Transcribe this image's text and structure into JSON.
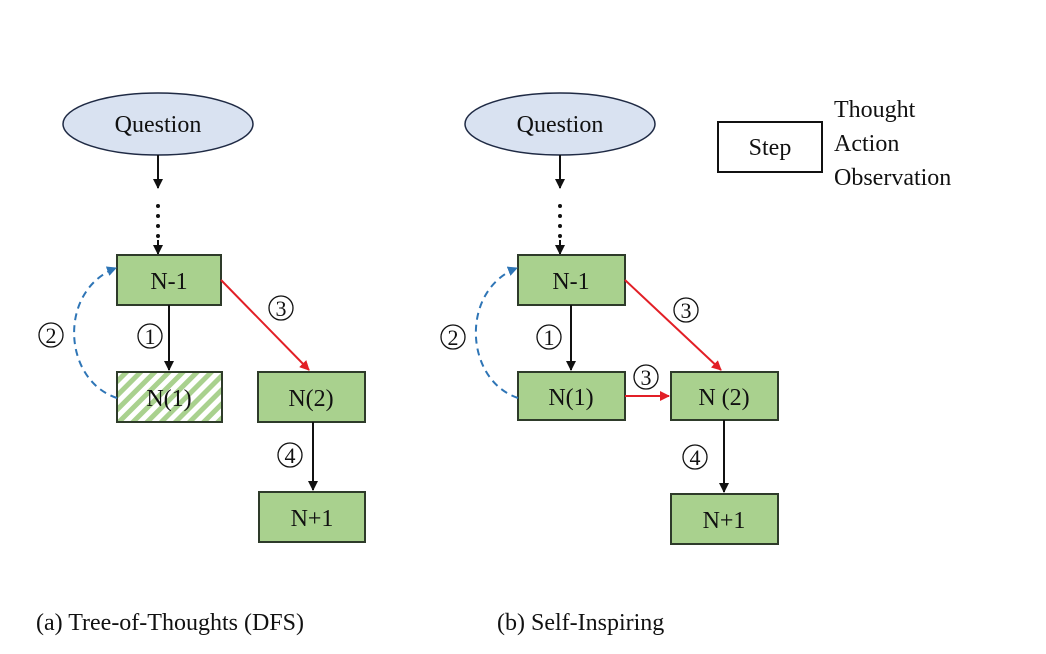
{
  "legend": {
    "box_label": "Step",
    "fields": [
      "Thought",
      "Action",
      "Observation"
    ]
  },
  "panel_a": {
    "caption": "(a) Tree-of-Thoughts (DFS)",
    "question": "Question",
    "n_minus_1": "N-1",
    "n1": "N(1)",
    "n2": "N(2)",
    "n_plus_1": "N+1",
    "steps": {
      "s1": "1",
      "s2": "2",
      "s3": "3",
      "s4": "4"
    }
  },
  "panel_b": {
    "caption": "(b) Self-Inspiring",
    "question": "Question",
    "n_minus_1": "N-1",
    "n1": "N(1)",
    "n2": "N (2)",
    "n_plus_1": "N+1",
    "steps": {
      "s1": "1",
      "s2": "2",
      "s3a": "3",
      "s3b": "3",
      "s4": "4"
    }
  },
  "colors": {
    "ellipse_fill": "#d9e2f1",
    "node_fill": "#a9d18e",
    "node_stroke": "#2e3b2a",
    "red_arrow": "#e21f26",
    "blue_dashed": "#2e75b6",
    "black": "#111111"
  }
}
